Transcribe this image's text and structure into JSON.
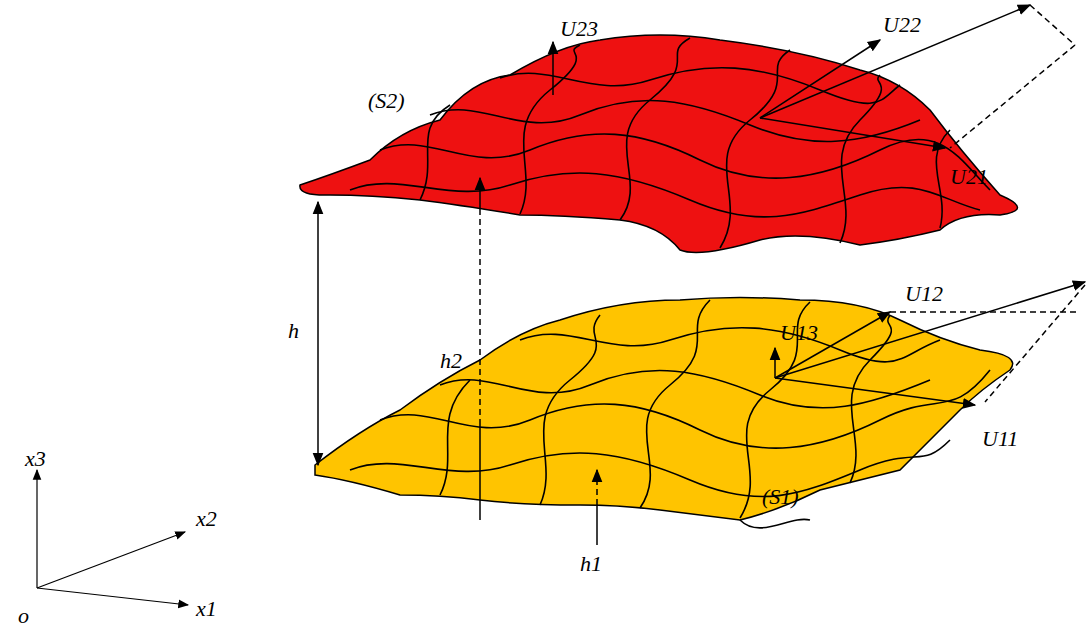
{
  "diagram": {
    "labels": [
      "U23",
      "U22",
      "(S2)",
      "U21",
      "h",
      "h2",
      "U13",
      "U12",
      "U11",
      "(S1)",
      "h1",
      "x3",
      "x2",
      "x1",
      "o"
    ]
  }
}
